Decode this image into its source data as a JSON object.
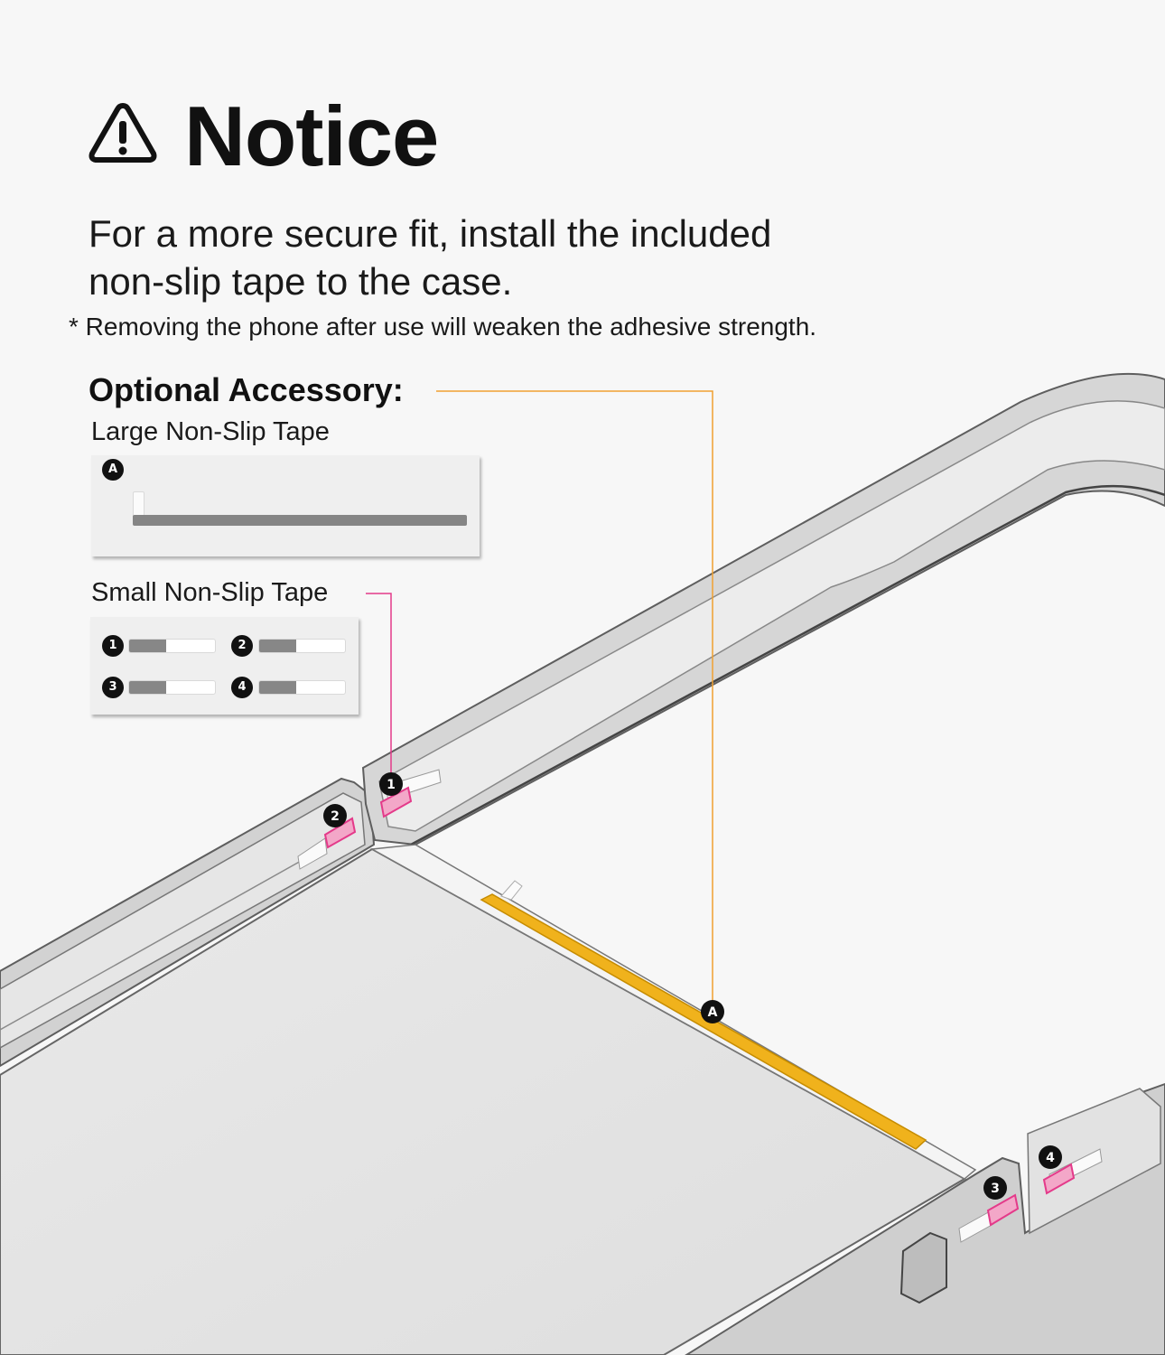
{
  "notice": {
    "title": "Notice",
    "icon": "warning-triangle-icon",
    "lead_line1": "For a more secure fit, install the included",
    "lead_line2": "non-slip tape to the case.",
    "footnote": "* Removing the phone after use will weaken the adhesive strength."
  },
  "accessory": {
    "heading": "Optional Accessory:",
    "large": {
      "label": "Large Non-Slip Tape",
      "badge": "A"
    },
    "small": {
      "label": "Small Non-Slip Tape",
      "badges": [
        "1",
        "2",
        "3",
        "4"
      ]
    }
  },
  "callouts": {
    "case_badges": [
      "1",
      "2",
      "A",
      "3",
      "4"
    ]
  },
  "colors": {
    "background": "#f7f7f7",
    "large_tape_highlight": "#f0b21c",
    "small_tape_highlight": "#e43a8a",
    "case_frame": "#a8a8a8"
  }
}
